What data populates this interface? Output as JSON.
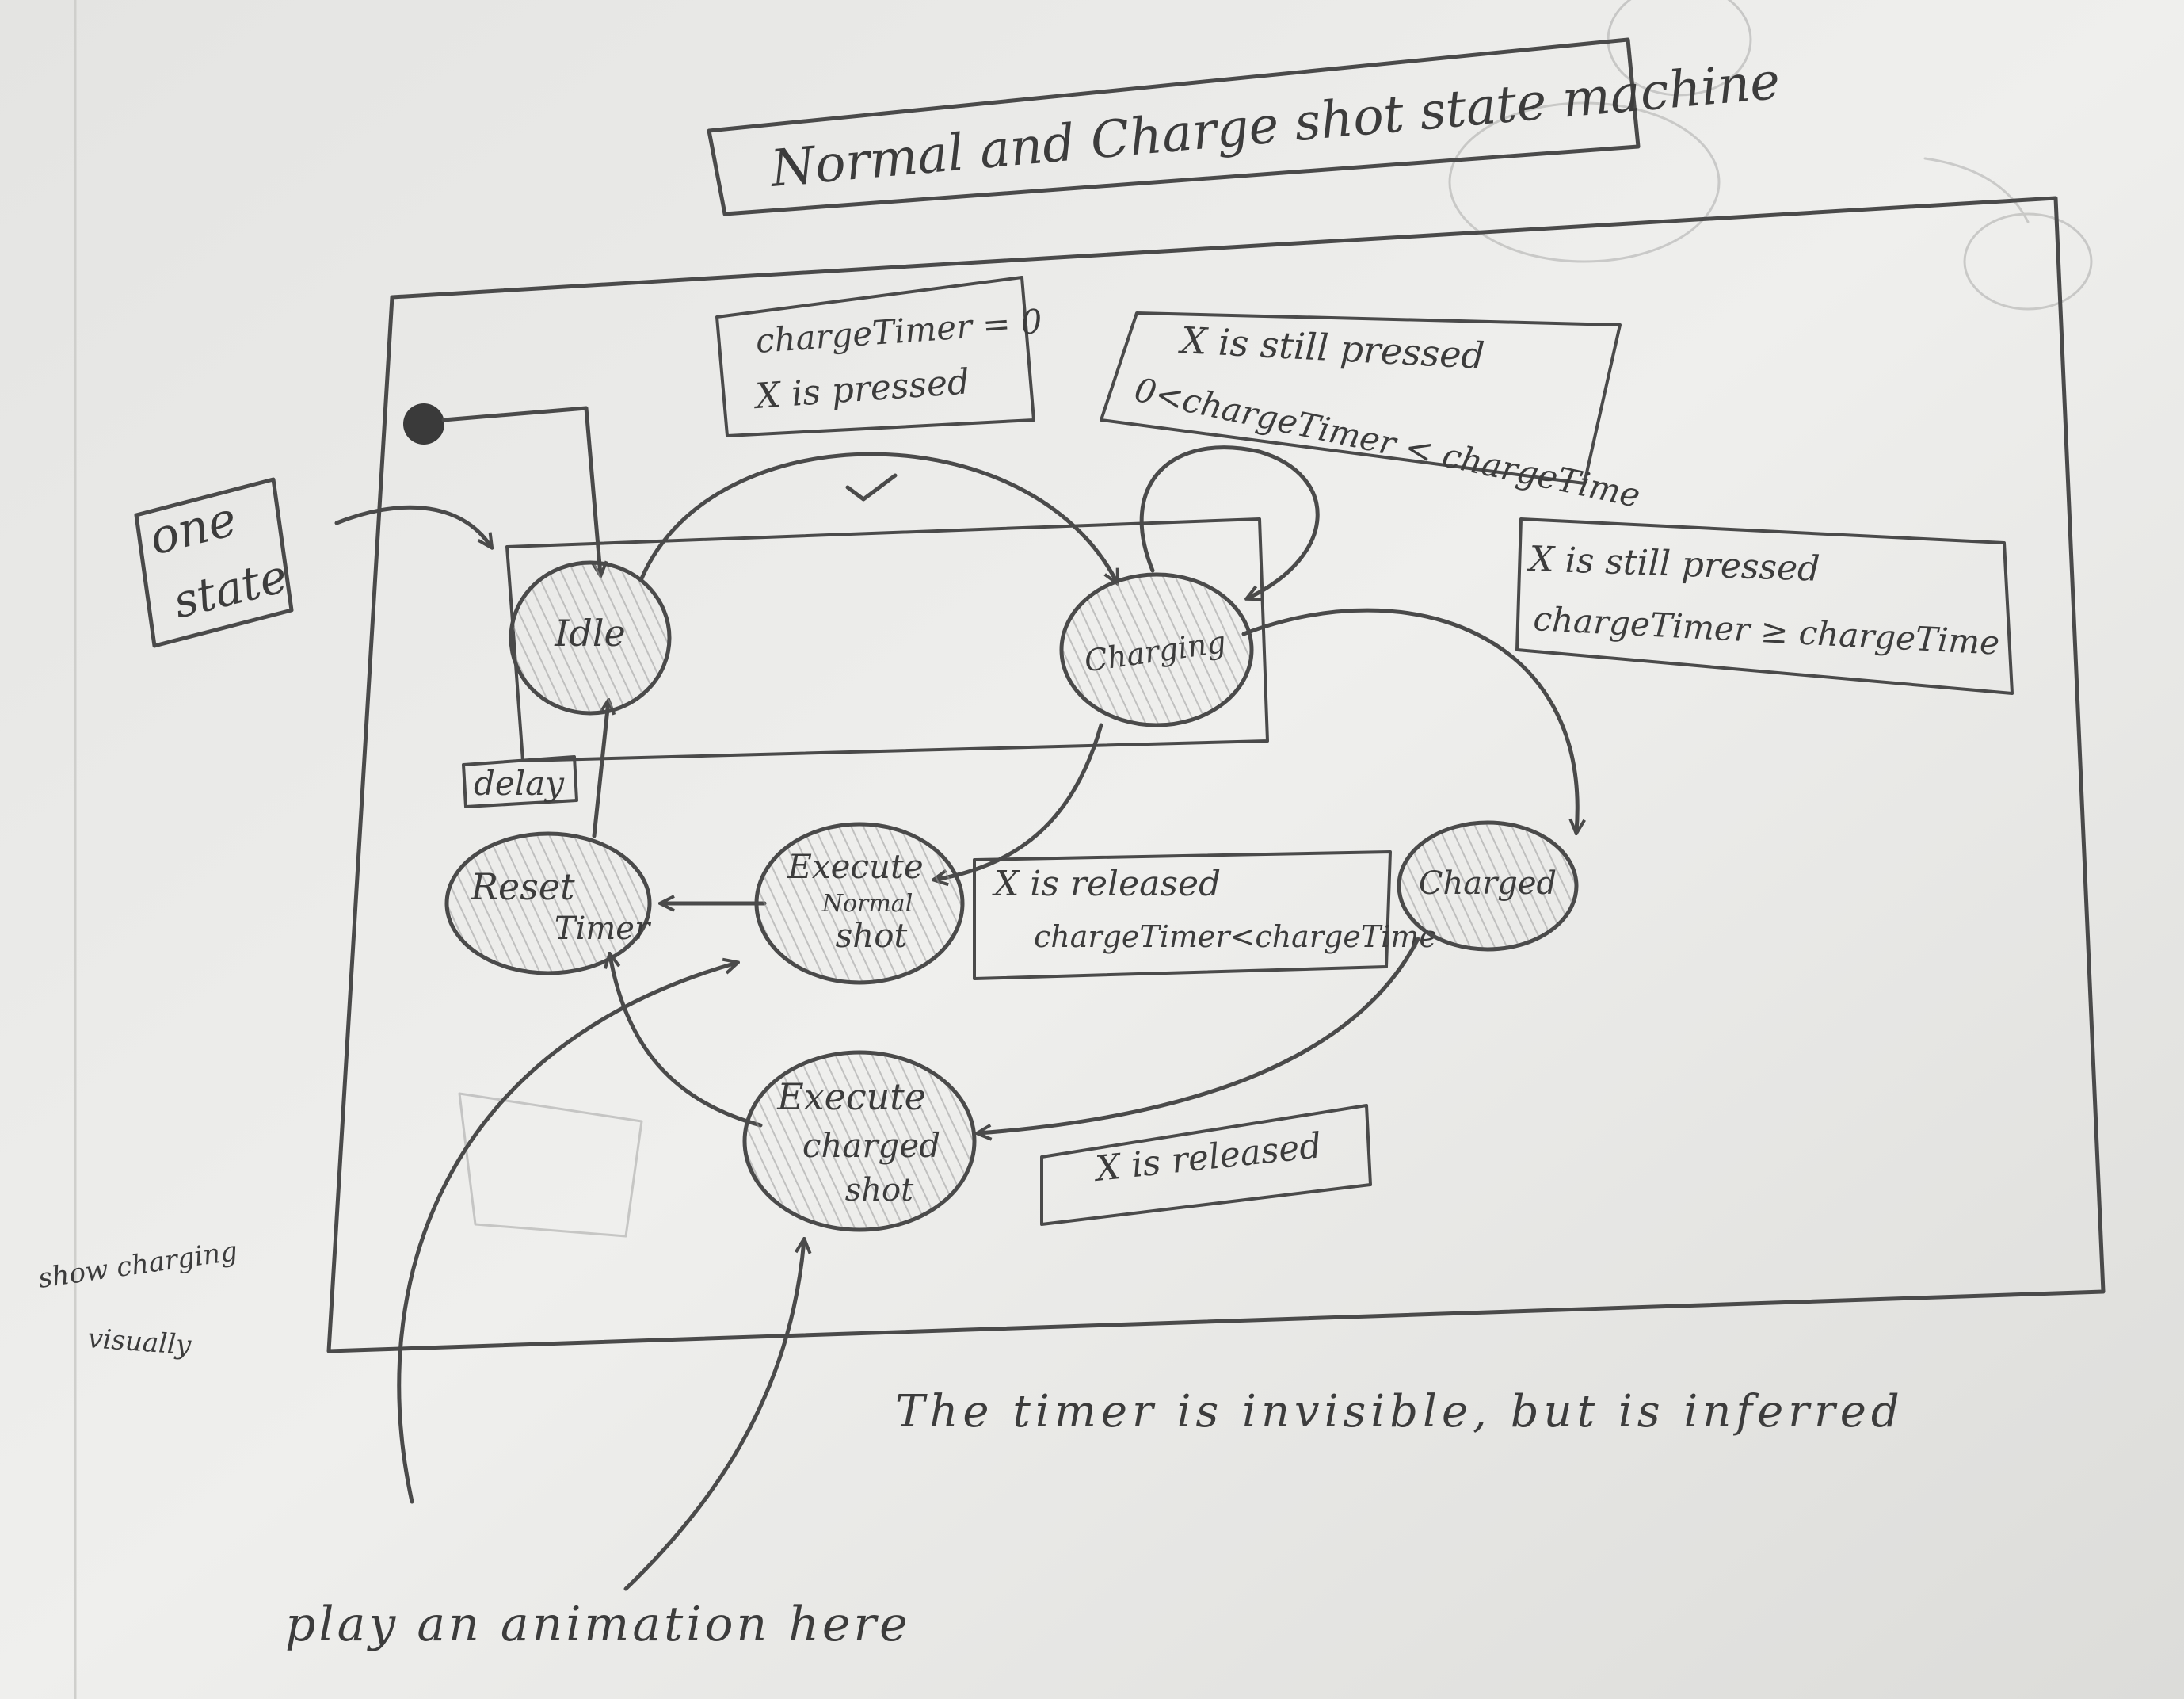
{
  "title": "Normal and Charge shot state machine",
  "states": {
    "idle": "Idle",
    "charging": "Charging",
    "charged": "Charged",
    "reset_timer_1": "Reset",
    "reset_timer_2": "Timer",
    "exec_normal_1": "Execute",
    "exec_normal_2": "Normal",
    "exec_normal_3": "shot",
    "exec_charged_1": "Execute",
    "exec_charged_2": "charged",
    "exec_charged_3": "shot"
  },
  "conditions": {
    "idle_to_charging_1": "chargeTimer = 0",
    "idle_to_charging_2": "X is pressed",
    "charging_self_1": "X is still pressed",
    "charging_self_2": "0<chargeTimer < chargeTime",
    "charging_to_charged_1": "X is still pressed",
    "charging_to_charged_2": "chargeTimer ≥ chargeTime",
    "charging_to_normal_1": "X is released",
    "charging_to_normal_2": "chargeTimer<chargeTime",
    "charged_to_chargedshot": "X is released",
    "delay": "delay"
  },
  "annotations": {
    "one_state_1": "one",
    "one_state_2": "state",
    "show_charging_1": "show charging",
    "show_charging_2": "visually",
    "timer_note": "The timer is invisible, but is inferred",
    "play_animation": "play an animation here",
    "check_mark": "✓"
  }
}
